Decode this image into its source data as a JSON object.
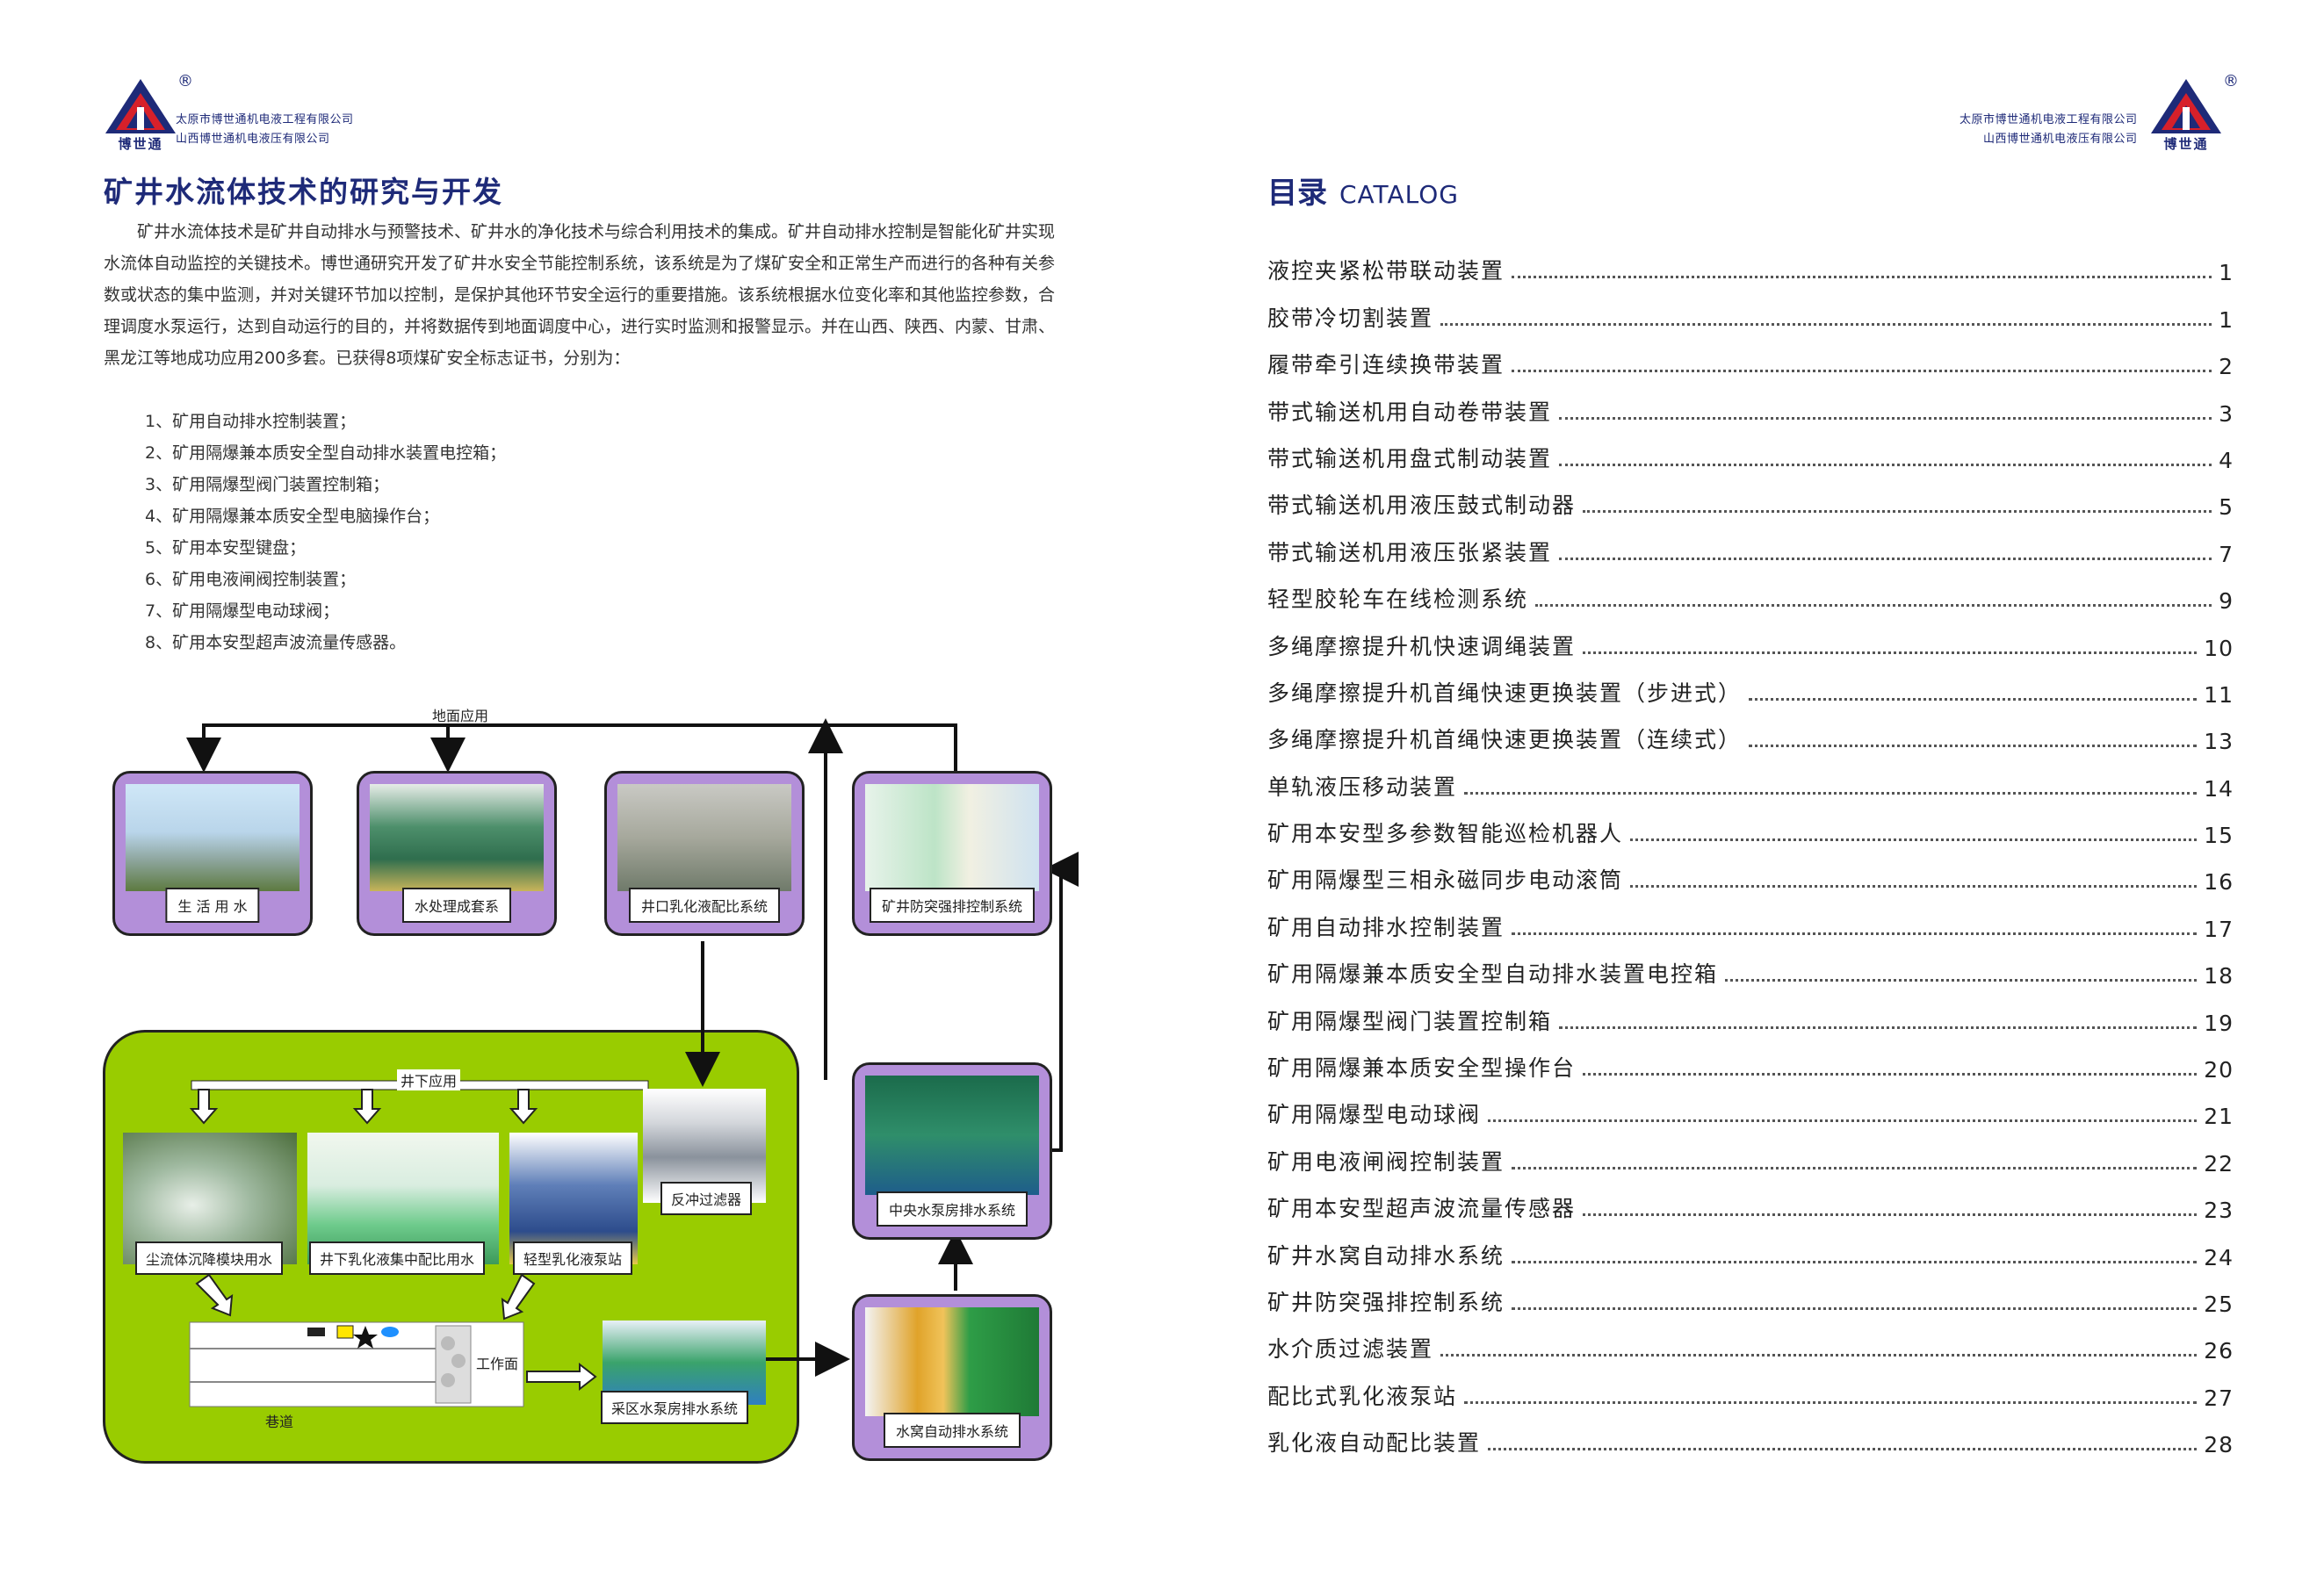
{
  "header": {
    "brand": "博世通",
    "registered": "®",
    "company_1": "太原市博世通机电液工程有限公司",
    "company_2": "山西博世通机电液压有限公司"
  },
  "left_page": {
    "title": "矿井水流体技术的研究与开发",
    "intro": "矿井水流体技术是矿井自动排水与预警技术、矿井水的净化技术与综合利用技术的集成。矿井自动排水控制是智能化矿井实现水流体自动监控的关键技术。博世通研究开发了矿井水安全节能控制系统，该系统是为了煤矿安全和正常生产而进行的各种有关参数或状态的集中监测，并对关键环节加以控制，是保护其他环节安全运行的重要措施。该系统根据水位变化率和其他监控参数，合理调度水泵运行，达到自动运行的目的，并将数据传到地面调度中心，进行实时监测和报警显示。并在山西、陕西、内蒙、甘肃、黑龙江等地成功应用200多套。已获得8项煤矿安全标志证书，分别为：",
    "items": [
      "1、矿用自动排水控制装置；",
      "2、矿用隔爆兼本质安全型自动排水装置电控箱；",
      "3、矿用隔爆型阀门装置控制箱；",
      "4、矿用隔爆兼本质安全型电脑操作台；",
      "5、矿用本安型键盘；",
      "6、矿用电液闸阀控制装置；",
      "7、矿用隔爆型电动球阀；",
      "8、矿用本安型超声波流量传感器。"
    ]
  },
  "diagram": {
    "ground_label": "地面应用",
    "underground_label": "井下应用",
    "cards_top": [
      "生 活 用 水",
      "水处理成套系",
      "井口乳化液配比系统",
      "矿井防突强排控制系统"
    ],
    "card_central": "中央水泵房排水系统",
    "card_sump": "水窝自动排水系统",
    "inner": {
      "dust": "尘流体沉降模块用水",
      "emulsion_mix": "井下乳化液集中配比用水",
      "pump_station": "轻型乳化液泵站",
      "backwash": "反冲过滤器",
      "mining_pump": "采区水泵房排水系统",
      "workface": "工作面",
      "roadway": "巷道"
    }
  },
  "right_page": {
    "title_zh": "目录",
    "title_en": "CATALOG",
    "toc": [
      {
        "title": "液控夹紧松带联动装置",
        "page": "1"
      },
      {
        "title": "胶带冷切割装置",
        "page": "1"
      },
      {
        "title": "履带牵引连续换带装置",
        "page": "2"
      },
      {
        "title": "带式输送机用自动卷带装置",
        "page": "3"
      },
      {
        "title": "带式输送机用盘式制动装置",
        "page": "4"
      },
      {
        "title": "带式输送机用液压鼓式制动器",
        "page": "5"
      },
      {
        "title": "带式输送机用液压张紧装置",
        "page": "7"
      },
      {
        "title": "轻型胶轮车在线检测系统",
        "page": "9"
      },
      {
        "title": "多绳摩擦提升机快速调绳装置",
        "page": "10"
      },
      {
        "title": "多绳摩擦提升机首绳快速更换装置（步进式）",
        "page": "11"
      },
      {
        "title": "多绳摩擦提升机首绳快速更换装置（连续式）",
        "page": "13"
      },
      {
        "title": "单轨液压移动装置",
        "page": "14"
      },
      {
        "title": "矿用本安型多参数智能巡检机器人",
        "page": "15"
      },
      {
        "title": "矿用隔爆型三相永磁同步电动滚筒",
        "page": "16"
      },
      {
        "title": "矿用自动排水控制装置",
        "page": "17"
      },
      {
        "title": "矿用隔爆兼本质安全型自动排水装置电控箱",
        "page": "18"
      },
      {
        "title": "矿用隔爆型阀门装置控制箱",
        "page": "19"
      },
      {
        "title": "矿用隔爆兼本质安全型操作台",
        "page": "20"
      },
      {
        "title": "矿用隔爆型电动球阀",
        "page": "21"
      },
      {
        "title": "矿用电液闸阀控制装置",
        "page": "22"
      },
      {
        "title": "矿用本安型超声波流量传感器",
        "page": "23"
      },
      {
        "title": "矿井水窝自动排水系统",
        "page": "24"
      },
      {
        "title": "矿井防突强排控制系统",
        "page": "25"
      },
      {
        "title": "水介质过滤装置",
        "page": "26"
      },
      {
        "title": "配比式乳化液泵站",
        "page": "27"
      },
      {
        "title": "乳化液自动配比装置",
        "page": "28"
      }
    ]
  },
  "colors": {
    "brand_blue": "#1e2a78",
    "logo_red": "#d7202a",
    "card_purple": "#b38fd9",
    "underground_green": "#99cc00"
  }
}
